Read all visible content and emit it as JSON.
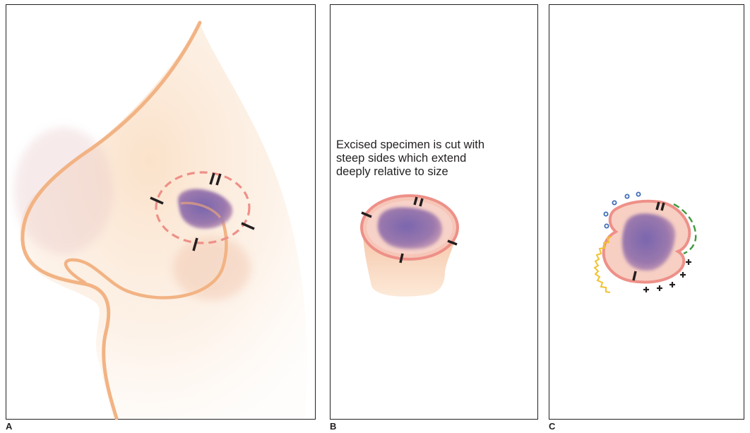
{
  "panels": [
    {
      "id": "A",
      "label": "A"
    },
    {
      "id": "B",
      "label": "B"
    },
    {
      "id": "C",
      "label": "C"
    }
  ],
  "panel_b": {
    "caption_lines": [
      "Excised specimen is cut with",
      "steep sides which extend",
      "deeply relative to size"
    ]
  },
  "colors": {
    "skin_outline": "#f2b384",
    "skin_fill": "#fbe3cc",
    "lesion": "#8a6aa8",
    "excision_margin": "#ee9088",
    "marker": "#231f20",
    "margin_blue": "#3f6db5",
    "margin_green": "#3f9a3f",
    "margin_yellow": "#f1c232"
  }
}
